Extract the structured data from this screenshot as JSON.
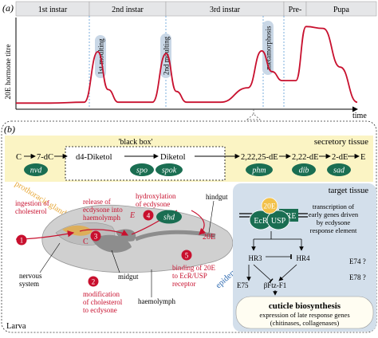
{
  "panel_a": {
    "label": "(a)",
    "stages": [
      "1st instar",
      "2nd instar",
      "3rd instar",
      "Pre-",
      "Pupa"
    ],
    "ylabel": "20E hormone titre",
    "xlabel": "time",
    "bubbles": [
      "1st moulting",
      "2nd moulting",
      "metamorphosis"
    ],
    "colors": {
      "curve": "#c8102e",
      "stage_bar": "#e5e6e8",
      "bubble": "#c9d7e6",
      "dash": "#5b9bd5"
    }
  },
  "panel_b": {
    "label": "(b)",
    "secretory_title": "secretory tissue",
    "black_box": "'black box'",
    "pathway": {
      "c": "C",
      "dc": "7-dC",
      "d4": "d4-Diketol",
      "diketol": "Diketol",
      "de222": "2,22,25-dE",
      "de22": "2,22-dE",
      "de2": "2-dE",
      "e": "E"
    },
    "enzymes": [
      "nvd",
      "spo",
      "spok",
      "phm",
      "dib",
      "sad"
    ],
    "prothoracic_gland": "prothoracic gland",
    "larva": "Larva",
    "steps": [
      {
        "num": "1",
        "text": [
          "ingestion of",
          "cholesterol"
        ]
      },
      {
        "num": "2",
        "text": [
          "modification",
          "of cholesterol",
          "to ecdysone"
        ]
      },
      {
        "num": "3",
        "text": [
          "release of",
          "ecdysone into",
          "haemolymph"
        ]
      },
      {
        "num": "4",
        "text": [
          "hydroxylation",
          "of ecdysone"
        ]
      },
      {
        "num": "5",
        "text": [
          "binding of 20E",
          "to EcR/USP",
          "receptor"
        ]
      }
    ],
    "anatomy": {
      "hindgut": "hindgut",
      "nervous_system": [
        "nervous",
        "system"
      ],
      "midgut": "midgut",
      "haemolymph": "haemolymph",
      "epidermis": "epidermis",
      "shd": "shd",
      "e_label": "E",
      "twenty_e": "20E",
      "c_label": "C"
    },
    "target": {
      "title": "target tissue",
      "hormone": "20E",
      "ecr": "EcR",
      "usp": "USP",
      "ere": "ERE",
      "transcription": [
        "transcription of",
        "early genes driven",
        "by ecdysone",
        "response element"
      ],
      "hr3": "HR3",
      "hr4": "HR4",
      "e74": "E74 ?",
      "e75": "E75",
      "e78": "E78 ?",
      "bftz": "βFtz-F1",
      "cuticle_title": "cuticle biosynthesis",
      "cuticle_sub": [
        "expression of late response genes",
        "(chitinases, collagenases)"
      ]
    },
    "colors": {
      "red": "#c8102e",
      "green": "#1a6e52",
      "yellow": "#fbf4c4",
      "target_bg": "#d3dfeb",
      "orange": "#e8a93a"
    }
  },
  "chart_data": {
    "type": "line",
    "title": "",
    "xlabel": "time",
    "ylabel": "20E hormone titre",
    "x": [
      0,
      10,
      20,
      24,
      27,
      30,
      40,
      44,
      47,
      50,
      60,
      68,
      72,
      75,
      78,
      82,
      85,
      90,
      95,
      100
    ],
    "series": [
      {
        "values": [
          5,
          5,
          6,
          62,
          20,
          6,
          6,
          60,
          18,
          6,
          6,
          22,
          63,
          40,
          30,
          30,
          90,
          88,
          45,
          6
        ]
      }
    ]
  }
}
